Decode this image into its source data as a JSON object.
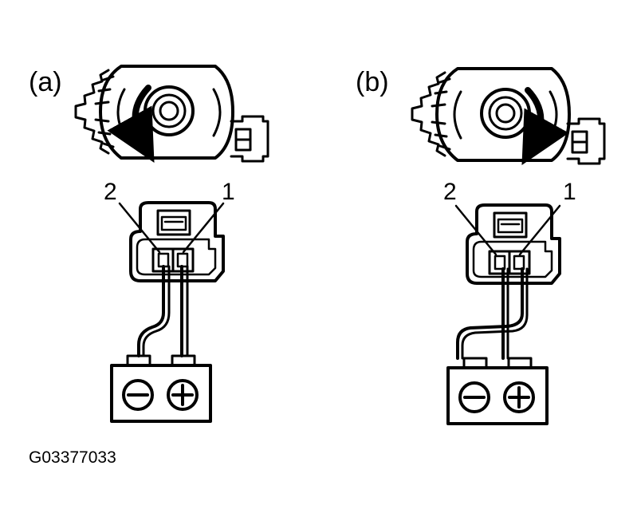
{
  "panels": [
    {
      "label": "(a)",
      "rotation": "counterclockwise",
      "pin_right": "1",
      "pin_left": "2",
      "terminal_left": "negative",
      "terminal_right": "positive"
    },
    {
      "label": "(b)",
      "rotation": "clockwise",
      "pin_right": "1",
      "pin_left": "2",
      "terminal_left": "negative",
      "terminal_right": "positive"
    }
  ],
  "figure_code": "G03377033"
}
